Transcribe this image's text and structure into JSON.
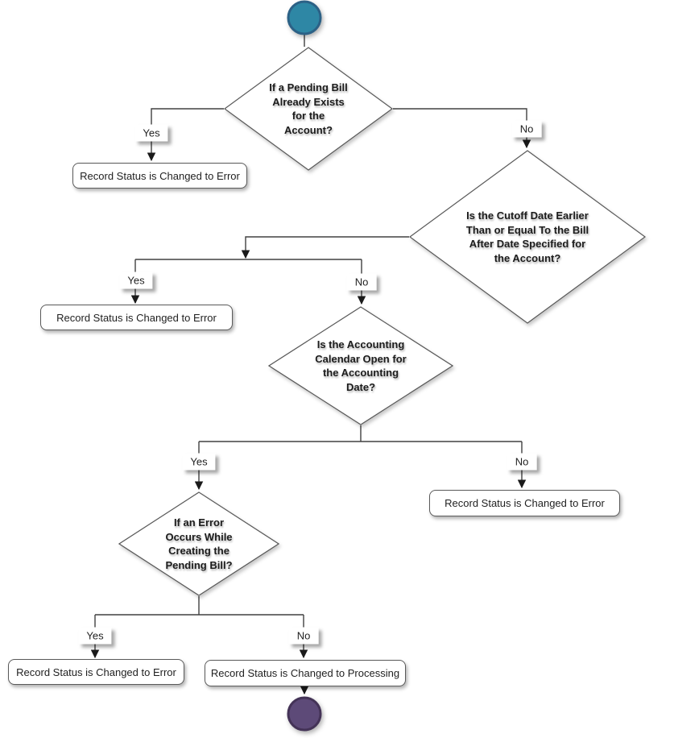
{
  "colors": {
    "line": "#404040",
    "arrowhead": "#1a1a1a",
    "shape_border": "#595959",
    "start_fill": "#2E87A5",
    "start_stroke": "#2C6186",
    "end_fill": "#5D4A78",
    "end_stroke": "#443357"
  },
  "labels": {
    "yes": "Yes",
    "no": "No"
  },
  "nodes": {
    "start": {
      "type": "start-circle"
    },
    "d1": {
      "type": "decision",
      "lines": [
        "If a Pending Bill",
        "Already Exists",
        "for the",
        "Account?"
      ]
    },
    "d2": {
      "type": "decision",
      "lines": [
        "Is the Cutoff Date Earlier",
        "Than or Equal To the Bill",
        "After Date Specified for",
        "the Account?"
      ]
    },
    "d3": {
      "type": "decision",
      "lines": [
        "Is the Accounting",
        "Calendar Open for",
        "the Accounting",
        "Date?"
      ]
    },
    "d4": {
      "type": "decision",
      "lines": [
        "If an Error",
        "Occurs While",
        "Creating the",
        "Pending Bill?"
      ]
    },
    "r1": {
      "type": "process",
      "text": "Record Status is Changed to Error"
    },
    "r2": {
      "type": "process",
      "text": "Record Status is Changed to Error"
    },
    "r3": {
      "type": "process",
      "text": "Record Status is Changed to Error"
    },
    "r4": {
      "type": "process",
      "text": "Record Status is Changed to Error"
    },
    "r5": {
      "type": "process",
      "text": "Record Status is Changed to Processing"
    },
    "end": {
      "type": "end-circle"
    }
  }
}
